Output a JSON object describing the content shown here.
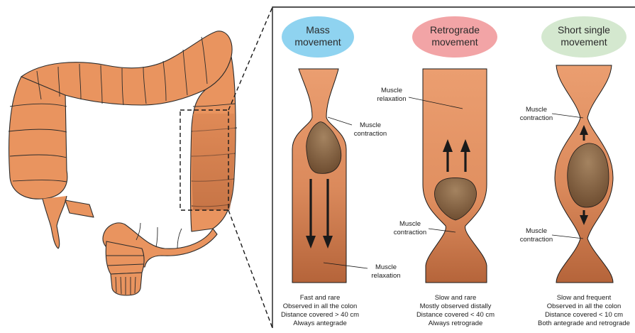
{
  "colors": {
    "colon_fill": "#E9945F",
    "colon_stroke": "#2b2b2b",
    "segment_top": "#EB9E70",
    "segment_bottom": "#B5643A",
    "bolus_light": "#A48360",
    "bolus_dark": "#6B4A2E",
    "pill_blue": "#8FD3F0",
    "pill_red": "#F2A4A6",
    "pill_green": "#D4E8CF"
  },
  "panels": [
    {
      "title_lines": [
        "Mass",
        "movement"
      ],
      "labels": [
        "Muscle",
        "contraction",
        "Muscle",
        "relaxation"
      ],
      "caption": [
        "Fast and rare",
        "Observed in all the colon",
        "Distance covered > 40 cm",
        "Always antegrade"
      ]
    },
    {
      "title_lines": [
        "Retrograde",
        "movement"
      ],
      "labels": [
        "Muscle",
        "relaxation",
        "Muscle",
        "contraction"
      ],
      "caption": [
        "Slow and rare",
        "Mostly observed distally",
        "Distance covered < 40 cm",
        "Always retrograde"
      ]
    },
    {
      "title_lines": [
        "Short single",
        "movement"
      ],
      "labels": [
        "Muscle",
        "contraction",
        "Muscle",
        "contraction"
      ],
      "caption": [
        "Slow and frequent",
        "Observed in all the colon",
        "Distance covered < 10 cm",
        "Both antegrade and retrograde"
      ]
    }
  ]
}
